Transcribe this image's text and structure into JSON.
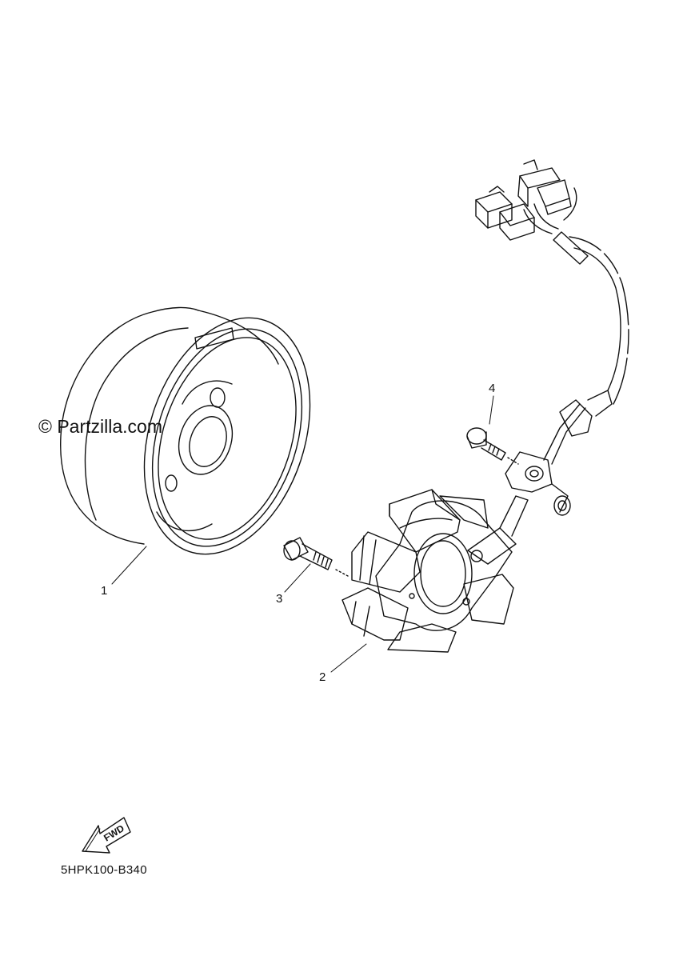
{
  "watermark": "© Partzilla.com",
  "callouts": [
    {
      "id": "1",
      "label": "1"
    },
    {
      "id": "2",
      "label": "2"
    },
    {
      "id": "3",
      "label": "3"
    },
    {
      "id": "4",
      "label": "4"
    }
  ],
  "fwd_badge": "FWD",
  "diagram_code": "5HPK100-B340",
  "colors": {
    "line": "#111111",
    "background": "#ffffff"
  }
}
